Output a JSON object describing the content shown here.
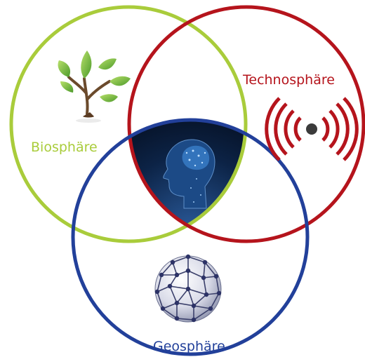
{
  "diagram": {
    "spheres": [
      {
        "id": "bio",
        "label": "Biosphäre",
        "color": "#a9cc3b",
        "icon": "plant-sprout-icon"
      },
      {
        "id": "tech",
        "label": "Technosphäre",
        "color": "#b5141c",
        "icon": "radio-signal-icon"
      },
      {
        "id": "geo",
        "label": "Geosphäre",
        "color": "#22409a",
        "icon": "network-globe-icon"
      }
    ],
    "center_icon": "human-head-brain-icon"
  }
}
